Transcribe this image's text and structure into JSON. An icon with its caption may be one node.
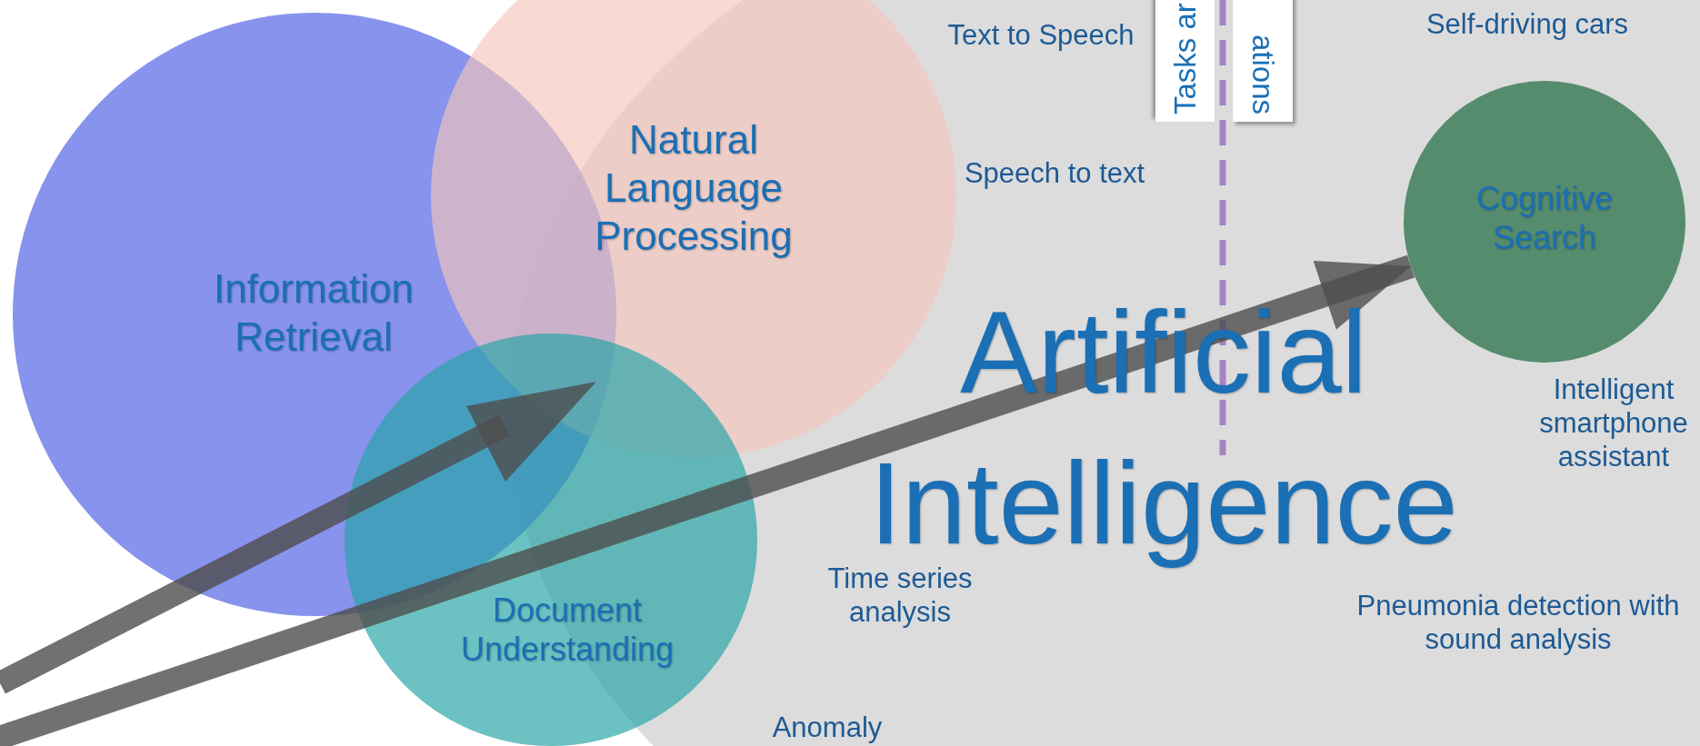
{
  "diagram": {
    "nodes": [
      {
        "text": [
          "Artificial Intelligence"
        ]
      },
      {
        "text": [
          "Information Retrieval"
        ]
      },
      {
        "text": [
          "Natural Language Processing"
        ]
      },
      {
        "text": [
          "Document Understanding"
        ]
      },
      {
        "text": [
          "Cognitive Search"
        ],
        "in": 0
      },
      {
        "text": [
          "Tasks ar"
        ],
        "in": 0
      },
      {
        "text": [
          "ations"
        ],
        "in": 0
      }
    ],
    "edges": [
      {
        "from": null,
        "to": 4,
        "arrow": "to"
      }
    ],
    "labels": [
      "Text to Speech",
      "Self-driving cars",
      "Speech to text",
      "Intelligent smartphone assistant",
      "Time series analysis",
      "Pneumonia detection with sound analysis",
      "Anomaly"
    ]
  }
}
